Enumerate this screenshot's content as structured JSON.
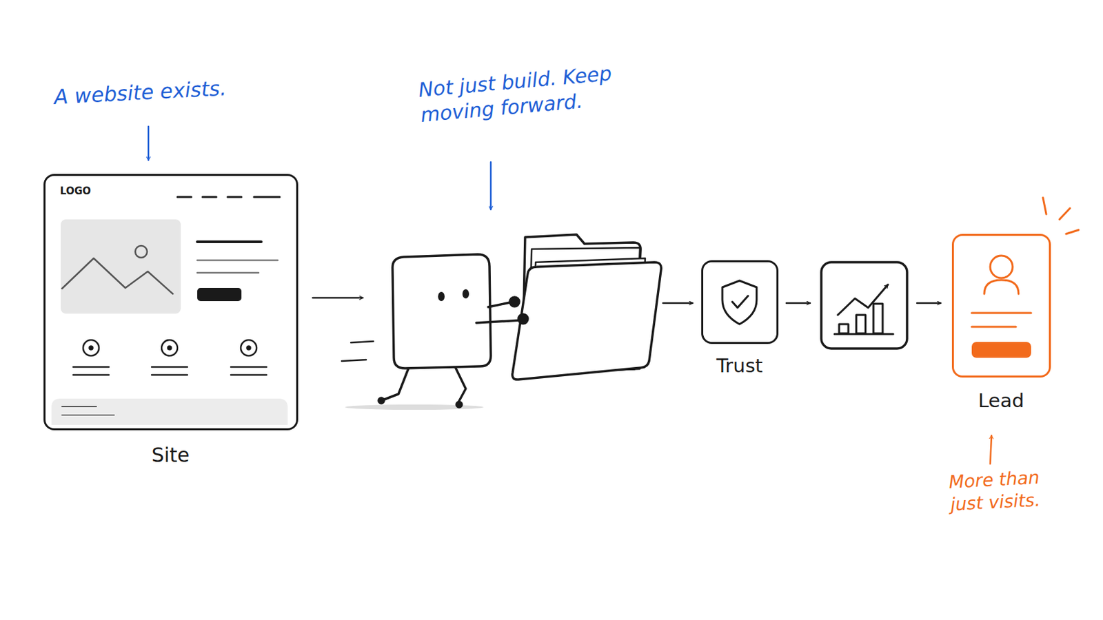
{
  "diagram": {
    "nodes": [
      {
        "text": [
          "LOGO",
          "Site"
        ]
      },
      {
        "text": [
          "Trust"
        ]
      },
      {
        "text": [
          "Lead"
        ]
      }
    ],
    "labels": [
      "A website exists.",
      "Not just build. Keep moving forward.",
      "More than just visits."
    ]
  }
}
